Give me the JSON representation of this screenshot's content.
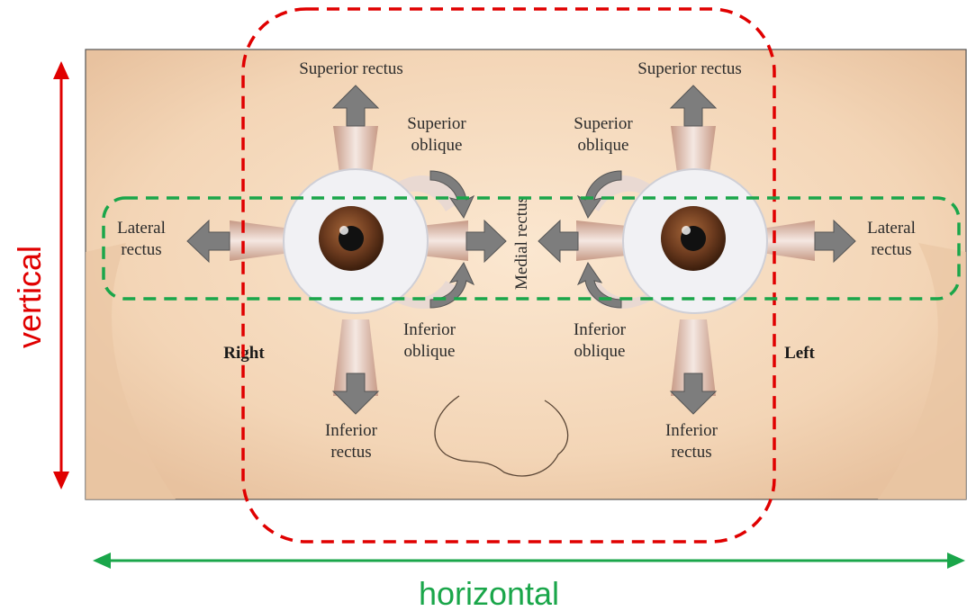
{
  "labels": {
    "superior_rectus_right": "Superior rectus",
    "superior_rectus_left": "Superior rectus",
    "superior_oblique_right": [
      "Superior",
      "oblique"
    ],
    "superior_oblique_left": [
      "Superior",
      "oblique"
    ],
    "lateral_rectus_right": [
      "Lateral",
      "rectus"
    ],
    "lateral_rectus_left": [
      "Lateral",
      "rectus"
    ],
    "medial_rectus": "Medial rectus",
    "inferior_oblique_right": [
      "Inferior",
      "oblique"
    ],
    "inferior_oblique_left": [
      "Inferior",
      "oblique"
    ],
    "inferior_rectus_right": [
      "Inferior",
      "rectus"
    ],
    "inferior_rectus_left": [
      "Inferior",
      "rectus"
    ],
    "side_right": "Right",
    "side_left": "Left"
  },
  "axes": {
    "vertical": "vertical",
    "horizontal": "horizontal"
  },
  "colors": {
    "vertical_axis": "#e00000",
    "horizontal_axis": "#1aa64a",
    "vertical_box": "#e00000",
    "horizontal_box": "#1aa64a",
    "skin": "#f6dcc0",
    "arrow_fill": "#7d7d7d",
    "iris": "#6b3a1e"
  }
}
